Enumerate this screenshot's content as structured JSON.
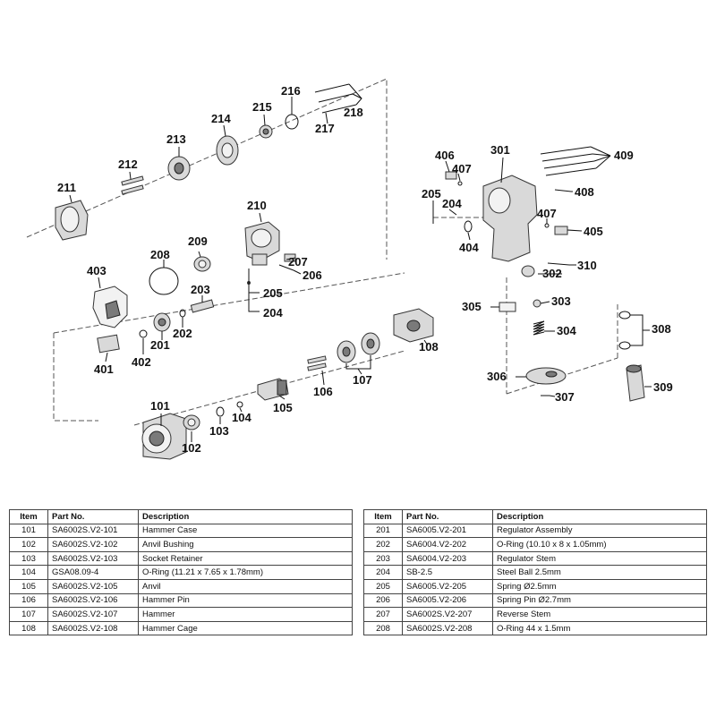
{
  "callouts": {
    "c101": "101",
    "c102": "102",
    "c103": "103",
    "c104": "104",
    "c105": "105",
    "c106": "106",
    "c107": "107",
    "c108": "108",
    "c201": "201",
    "c202": "202",
    "c203": "203",
    "c204a": "204",
    "c204b": "204",
    "c205a": "205",
    "c205b": "205",
    "c206": "206",
    "c207": "207",
    "c208": "208",
    "c209": "209",
    "c210": "210",
    "c211": "211",
    "c212": "212",
    "c213": "213",
    "c214": "214",
    "c215": "215",
    "c216": "216",
    "c217": "217",
    "c218": "218",
    "c301": "301",
    "c302": "302",
    "c303": "303",
    "c304": "304",
    "c305": "305",
    "c306": "306",
    "c307": "307",
    "c308": "308",
    "c309": "309",
    "c310": "310",
    "c401": "401",
    "c402": "402",
    "c403": "403",
    "c404": "404",
    "c405": "405",
    "c406": "406",
    "c407a": "407",
    "c407b": "407",
    "c408": "408",
    "c409": "409"
  },
  "table_headers": {
    "item": "Item",
    "part_no": "Part No.",
    "description": "Description"
  },
  "table_left": [
    {
      "item": "101",
      "part_no": "SA6002S.V2-101",
      "description": "Hammer Case"
    },
    {
      "item": "102",
      "part_no": "SA6002S.V2-102",
      "description": "Anvil Bushing"
    },
    {
      "item": "103",
      "part_no": "SA6002S.V2-103",
      "description": "Socket Retainer"
    },
    {
      "item": "104",
      "part_no": "GSA08.09-4",
      "description": "O-Ring (11.21 x 7.65 x 1.78mm)"
    },
    {
      "item": "105",
      "part_no": "SA6002S.V2-105",
      "description": "Anvil"
    },
    {
      "item": "106",
      "part_no": "SA6002S.V2-106",
      "description": "Hammer Pin"
    },
    {
      "item": "107",
      "part_no": "SA6002S.V2-107",
      "description": "Hammer"
    },
    {
      "item": "108",
      "part_no": "SA6002S.V2-108",
      "description": "Hammer Cage"
    }
  ],
  "table_right": [
    {
      "item": "201",
      "part_no": "SA6005.V2-201",
      "description": "Regulator Assembly"
    },
    {
      "item": "202",
      "part_no": "SA6004.V2-202",
      "description": "O-Ring (10.10 x 8 x 1.05mm)"
    },
    {
      "item": "203",
      "part_no": "SA6004.V2-203",
      "description": "Regulator Stem"
    },
    {
      "item": "204",
      "part_no": "SB-2.5",
      "description": "Steel Ball 2.5mm"
    },
    {
      "item": "205",
      "part_no": "SA6005.V2-205",
      "description": "Spring Ø2.5mm"
    },
    {
      "item": "206",
      "part_no": "SA6005.V2-206",
      "description": "Spring Pin Ø2.7mm"
    },
    {
      "item": "207",
      "part_no": "SA6002S.V2-207",
      "description": "Reverse Stem"
    },
    {
      "item": "208",
      "part_no": "SA6002S.V2-208",
      "description": "O-Ring 44 x 1.5mm"
    }
  ]
}
